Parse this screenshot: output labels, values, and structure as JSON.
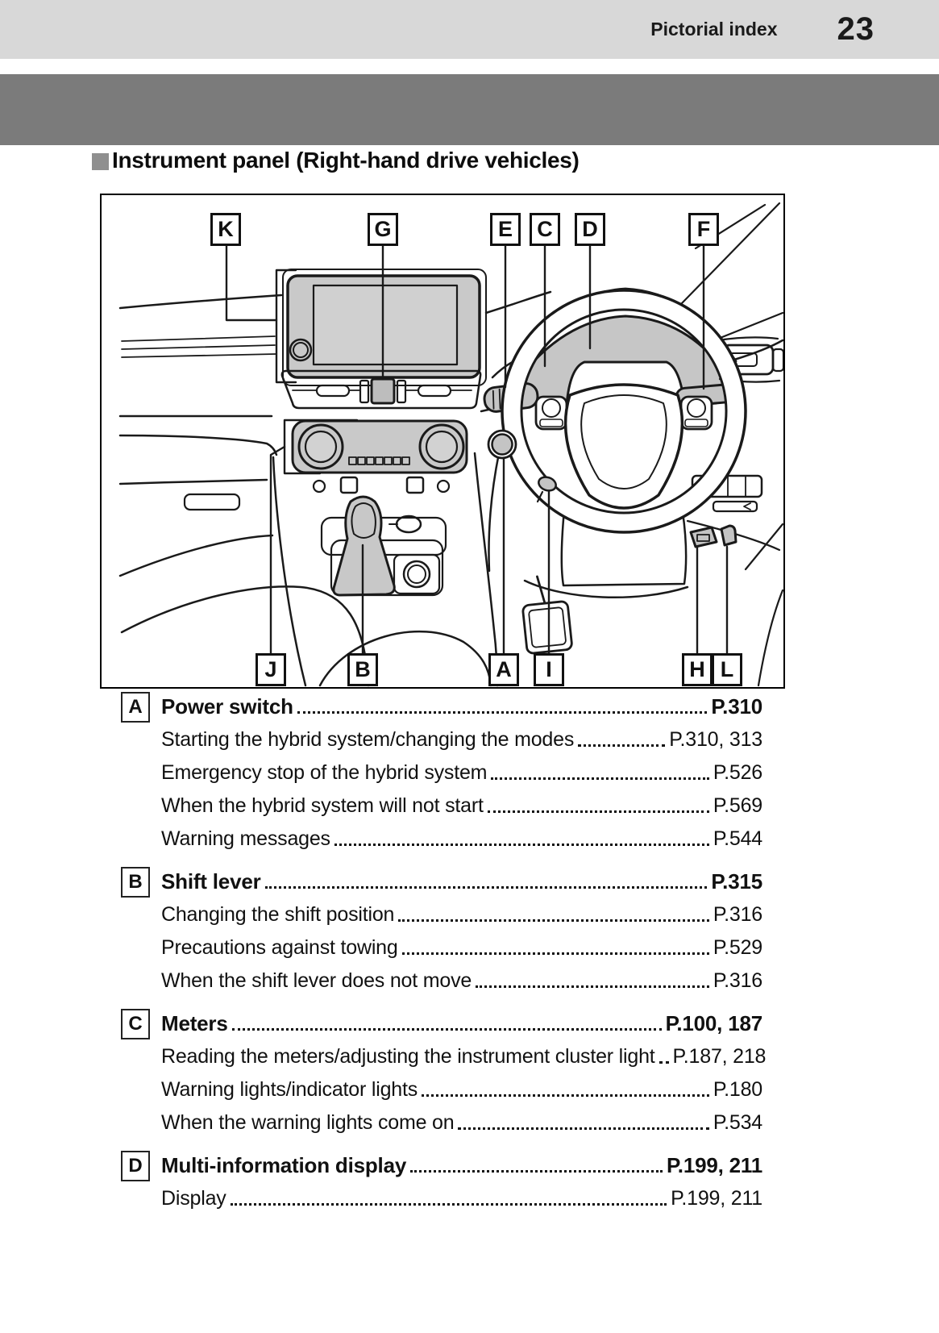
{
  "header": {
    "section_label": "Pictorial index",
    "page_number": "23"
  },
  "title": {
    "text": "Instrument panel (Right-hand drive vehicles)"
  },
  "figure": {
    "top_labels": [
      {
        "letter": "K"
      },
      {
        "letter": "G"
      },
      {
        "letter": "E"
      },
      {
        "letter": "C"
      },
      {
        "letter": "D"
      },
      {
        "letter": "F"
      }
    ],
    "bottom_labels": [
      {
        "letter": "J"
      },
      {
        "letter": "B"
      },
      {
        "letter": "A"
      },
      {
        "letter": "I"
      },
      {
        "letter": "H"
      },
      {
        "letter": "L"
      }
    ]
  },
  "index": {
    "sections": [
      {
        "letter": "A",
        "title": "Power switch",
        "pages": "P.310",
        "items": [
          {
            "label": "Starting the hybrid system/changing the modes",
            "pages": "P.310, 313"
          },
          {
            "label": "Emergency stop of the hybrid system",
            "pages": "P.526"
          },
          {
            "label": "When the hybrid system will not start",
            "pages": "P.569"
          },
          {
            "label": "Warning messages",
            "pages": "P.544"
          }
        ]
      },
      {
        "letter": "B",
        "title": "Shift lever",
        "pages": "P.315",
        "items": [
          {
            "label": "Changing the shift position",
            "pages": "P.316"
          },
          {
            "label": "Precautions against towing",
            "pages": "P.529"
          },
          {
            "label": "When the shift lever does not move",
            "pages": "P.316"
          }
        ]
      },
      {
        "letter": "C",
        "title": "Meters",
        "pages": "P.100, 187",
        "items": [
          {
            "label": "Reading the meters/adjusting the instrument cluster light",
            "pages": "P.187, 218"
          },
          {
            "label": "Warning lights/indicator lights",
            "pages": "P.180"
          },
          {
            "label": "When the warning lights come on",
            "pages": "P.534"
          }
        ]
      },
      {
        "letter": "D",
        "title": "Multi-information display",
        "pages": "P.199, 211",
        "items": [
          {
            "label": "Display",
            "pages": "P.199, 211"
          }
        ]
      }
    ]
  },
  "colors": {
    "header_bar": "#d8d8d8",
    "banner": "#7b7b7b",
    "illustration_fill": "#c9c9c9",
    "line": "#1a1a1a",
    "text": "#111111"
  }
}
